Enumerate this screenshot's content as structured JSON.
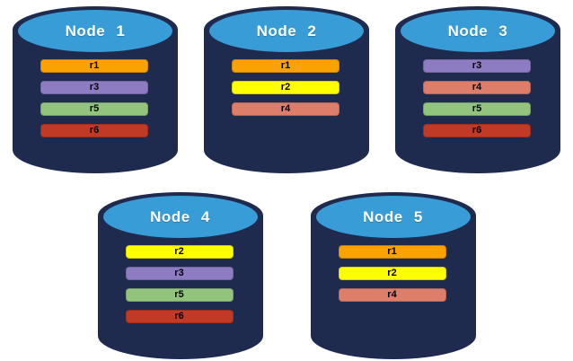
{
  "diagram": {
    "description": "Five database node cylinders showing replica placement",
    "background": "#FFFFFF"
  },
  "palette": {
    "cylinder_body": "#1F2B4E",
    "cylinder_top": "#389DD7",
    "title_color": "#FFFFFF",
    "bar_text_color": "#000000",
    "replica_colors": {
      "r1": "#F9A201",
      "r2": "#FFFF00",
      "r3": "#8E7CC3",
      "r4": "#DD7E6B",
      "r5": "#93C47D",
      "r6": "#C13A25"
    }
  },
  "nodes": [
    {
      "title": "Node 1",
      "replicas": [
        "r1",
        "r3",
        "r5",
        "r6"
      ]
    },
    {
      "title": "Node 2",
      "replicas": [
        "r1",
        "r2",
        "r4"
      ]
    },
    {
      "title": "Node 3",
      "replicas": [
        "r3",
        "r4",
        "r5",
        "r6"
      ]
    },
    {
      "title": "Node 4",
      "replicas": [
        "r2",
        "r3",
        "r5",
        "r6"
      ]
    },
    {
      "title": "Node 5",
      "replicas": [
        "r1",
        "r2",
        "r4"
      ]
    }
  ]
}
